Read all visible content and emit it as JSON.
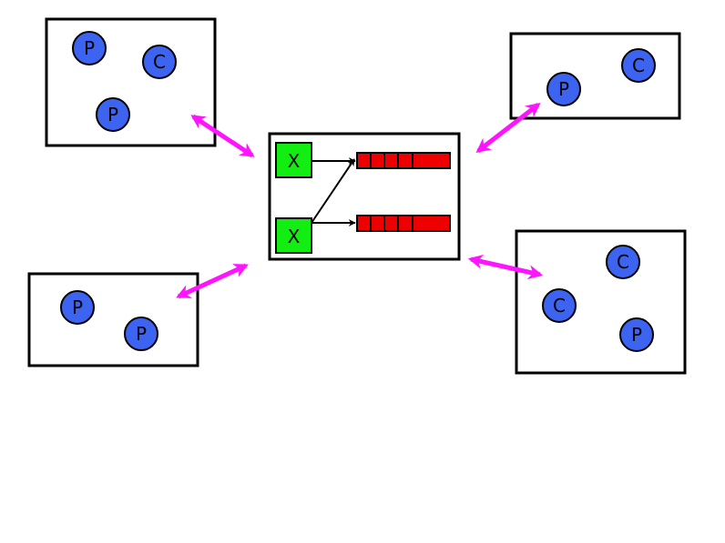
{
  "colors": {
    "node_fill": "#3d64f0",
    "exchange_fill": "#12ee12",
    "queue_fill": "#ee0000",
    "link_color": "#ff14ff",
    "stroke": "#000000",
    "background": "#ffffff"
  },
  "clients": [
    {
      "nodes": [
        {
          "label": "P"
        },
        {
          "label": "C"
        },
        {
          "label": "P"
        }
      ]
    },
    {
      "nodes": [
        {
          "label": "C"
        },
        {
          "label": "P"
        }
      ]
    },
    {
      "nodes": [
        {
          "label": "P"
        },
        {
          "label": "P"
        }
      ]
    },
    {
      "nodes": [
        {
          "label": "C"
        },
        {
          "label": "C"
        },
        {
          "label": "P"
        }
      ]
    }
  ],
  "broker": {
    "exchanges": [
      {
        "label": "X"
      },
      {
        "label": "X"
      }
    ],
    "queues": [
      {
        "segments": 4
      },
      {
        "segments": 4
      }
    ]
  }
}
